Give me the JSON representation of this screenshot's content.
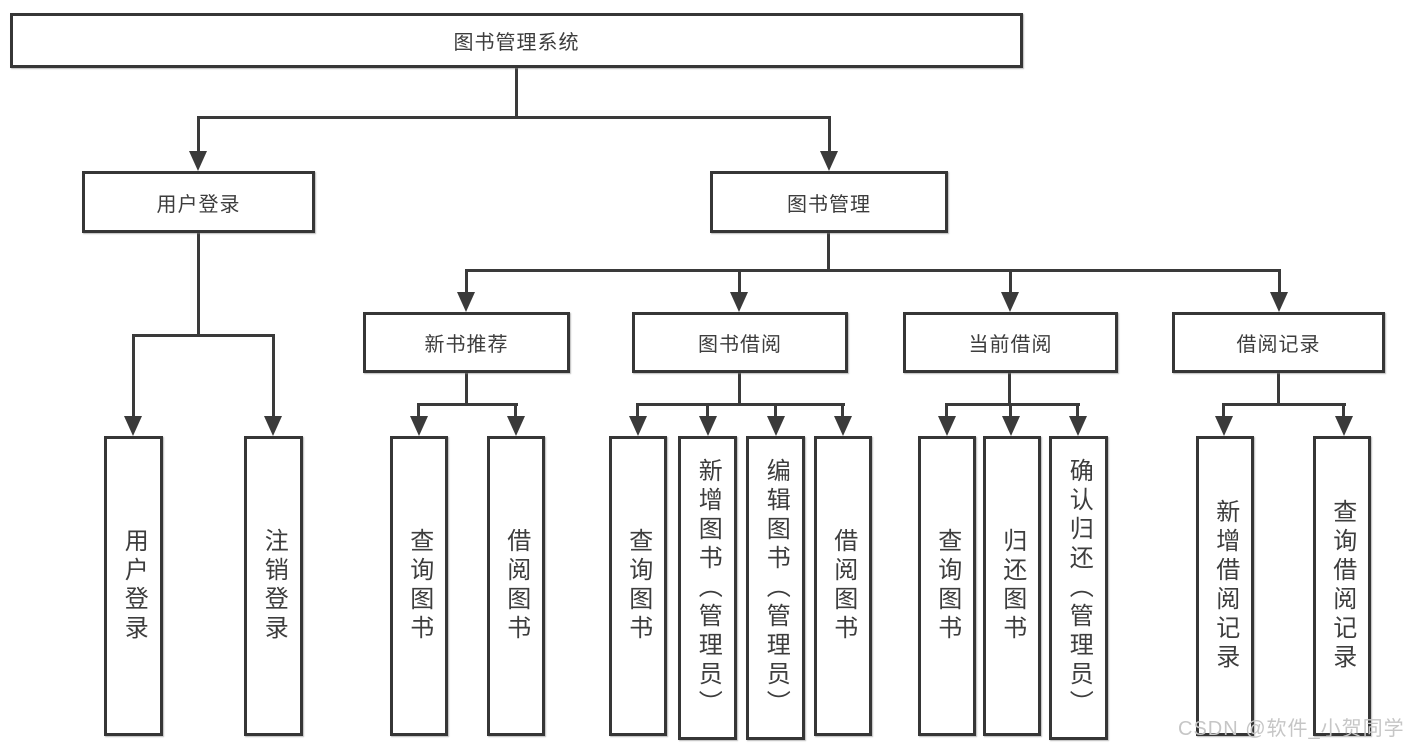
{
  "diagram_title": "图书管理系统",
  "tree": {
    "root": {
      "label": "图书管理系统",
      "children": [
        {
          "label": "用户登录",
          "children": [
            {
              "label": "用户登录"
            },
            {
              "label": "注销登录"
            }
          ]
        },
        {
          "label": "图书管理",
          "children": [
            {
              "label": "新书推荐",
              "children": [
                {
                  "label": "查询图书"
                },
                {
                  "label": "借阅图书"
                }
              ]
            },
            {
              "label": "图书借阅",
              "children": [
                {
                  "label": "查询图书"
                },
                {
                  "label": "新增图书（管理员）"
                },
                {
                  "label": "编辑图书（管理员）"
                },
                {
                  "label": "借阅图书"
                }
              ]
            },
            {
              "label": "当前借阅",
              "children": [
                {
                  "label": "查询图书"
                },
                {
                  "label": "归还图书"
                },
                {
                  "label": "确认归还（管理员）"
                }
              ]
            },
            {
              "label": "借阅记录",
              "children": [
                {
                  "label": "新增借阅记录"
                },
                {
                  "label": "查询借阅记录"
                }
              ]
            }
          ]
        }
      ]
    }
  },
  "watermark": {
    "text": "CSDN @软件_小贺同学"
  },
  "colors": {
    "line": "#3a3a3a",
    "border": "#363636",
    "fill": "#ffffff",
    "watermark": "#c6c6c6"
  }
}
